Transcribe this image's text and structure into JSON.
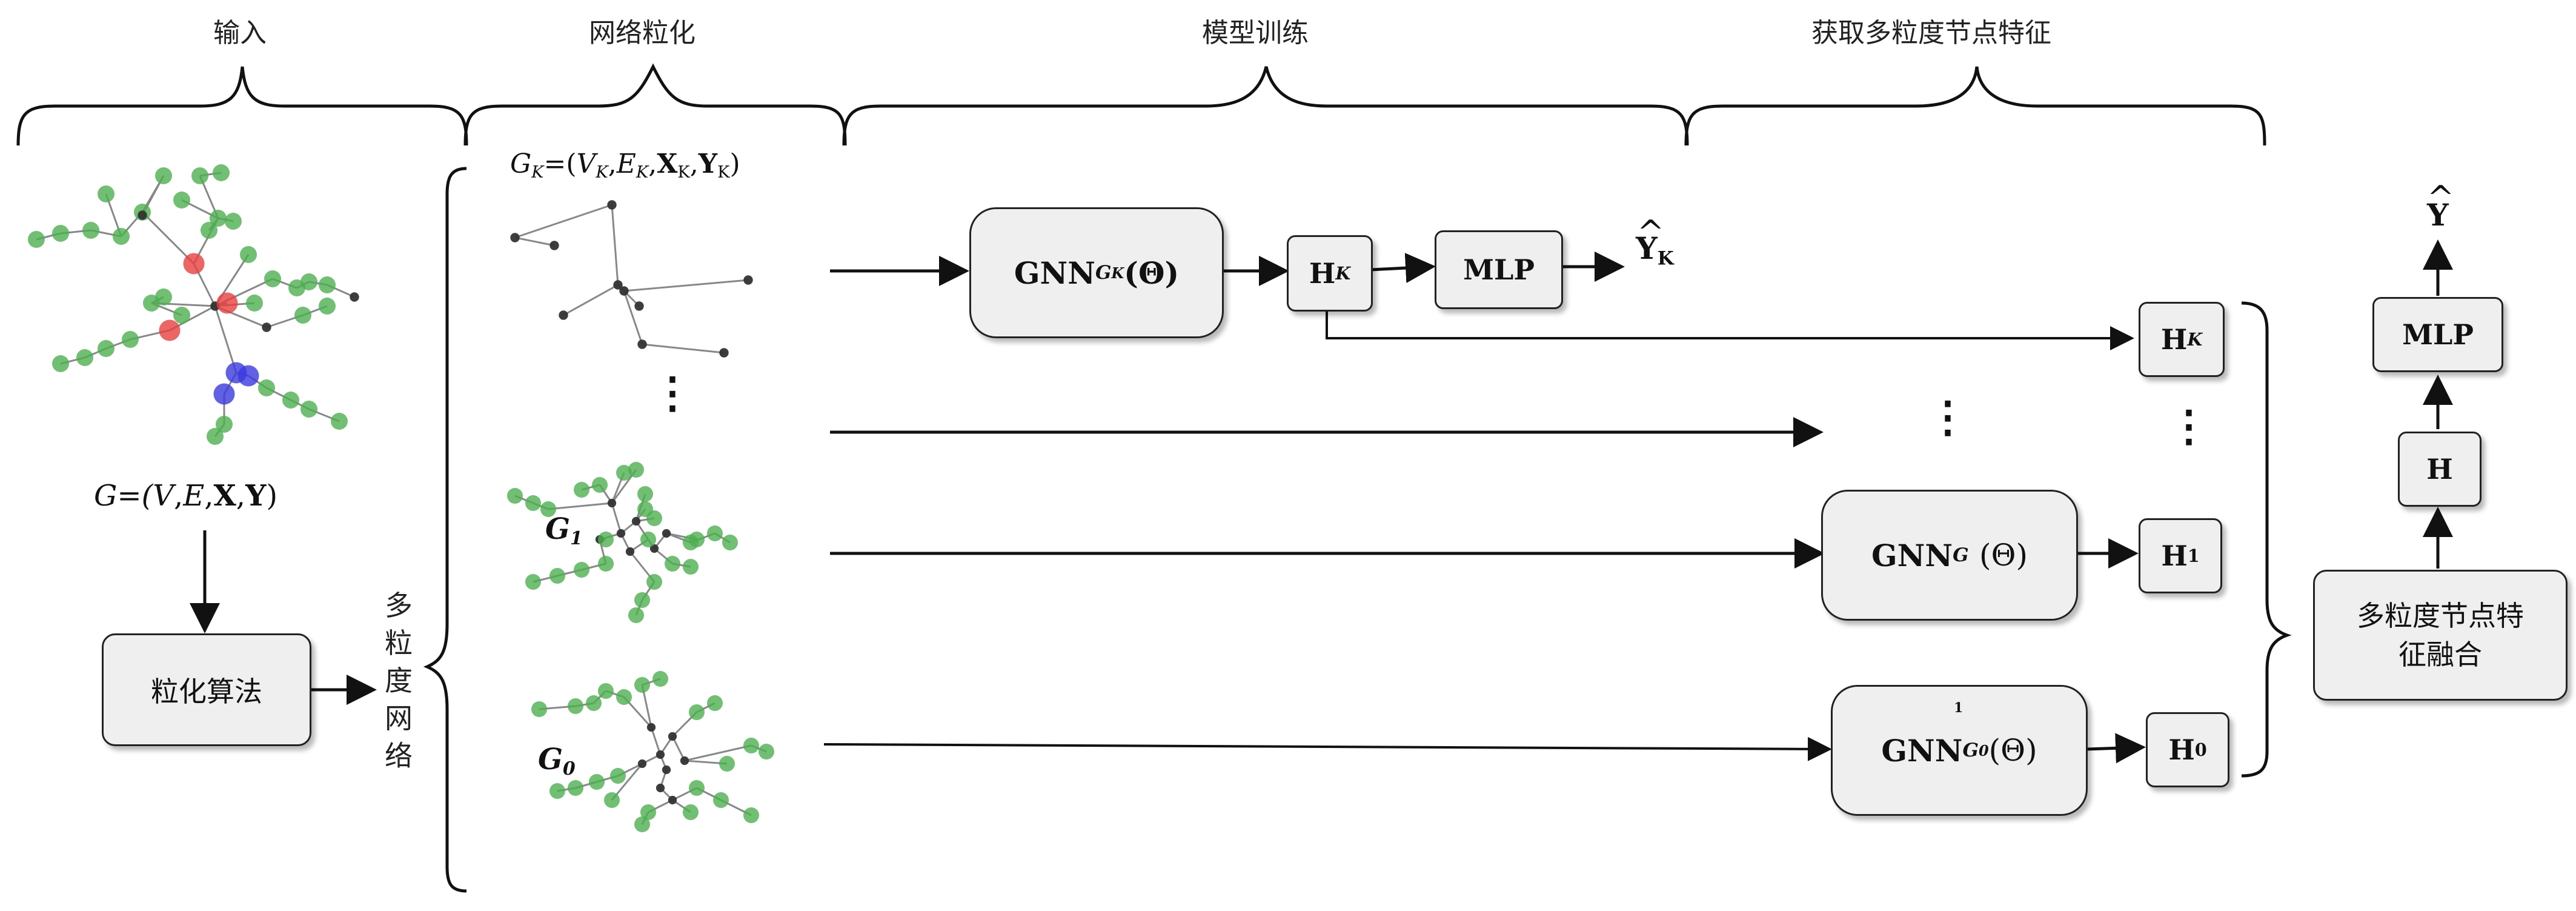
{
  "sections": {
    "input": "输入",
    "coarsening": "网络粒化",
    "training": "模型训练",
    "features": "获取多粒度节点特征"
  },
  "input_graph_label": {
    "prefix": "G=(",
    "V": "V",
    "E": "E",
    "X": "X",
    "Y": "Y",
    "suffix": ")"
  },
  "gk_label": {
    "G": "G",
    "K": "K",
    "V": "V",
    "E": "E",
    "X": "X",
    "Y": "Y",
    "subK": "K"
  },
  "algo_box": "粒化算法",
  "multi_network_chars": [
    "多",
    "粒",
    "度",
    "网",
    "络"
  ],
  "graph_labels": {
    "g1": "G",
    "g1_sub": "1",
    "g0": "G",
    "g0_sub": "0"
  },
  "gnn_boxes": {
    "gk": {
      "main": "GNN",
      "sub": "G",
      "subsub": "K",
      "tail": "(Θ)"
    },
    "g1": {
      "main": "GNN",
      "sub": "G",
      "tail": "(Θ)"
    },
    "g0": {
      "main": "GNN",
      "sub": "G",
      "subsub": "0",
      "tail": "(Θ)",
      "superscript": "1"
    }
  },
  "h_boxes": {
    "hk_mid": {
      "main": "H",
      "sub": "K"
    },
    "hk_right": {
      "main": "H",
      "sub": "K"
    },
    "h1": {
      "main": "H",
      "sub": "1"
    },
    "h0": {
      "main": "H",
      "sub": "0"
    }
  },
  "mlp_mid": "MLP",
  "yk_output": {
    "hat": "^",
    "main": "Y",
    "sub": "K"
  },
  "fusion_box": "多粒度节点特征融合",
  "fusion_lines": [
    "多粒度节点特",
    "征融合"
  ],
  "h_final": "H",
  "mlp_final": "MLP",
  "y_final": {
    "hat": "^",
    "main": "Y"
  },
  "ellipsis": "⋮",
  "colors": {
    "green": "#4caf50",
    "red": "#e84040",
    "blue": "#3a3ae0",
    "dark": "#333333",
    "edge": "#888888",
    "box_fill": "#efefef"
  }
}
